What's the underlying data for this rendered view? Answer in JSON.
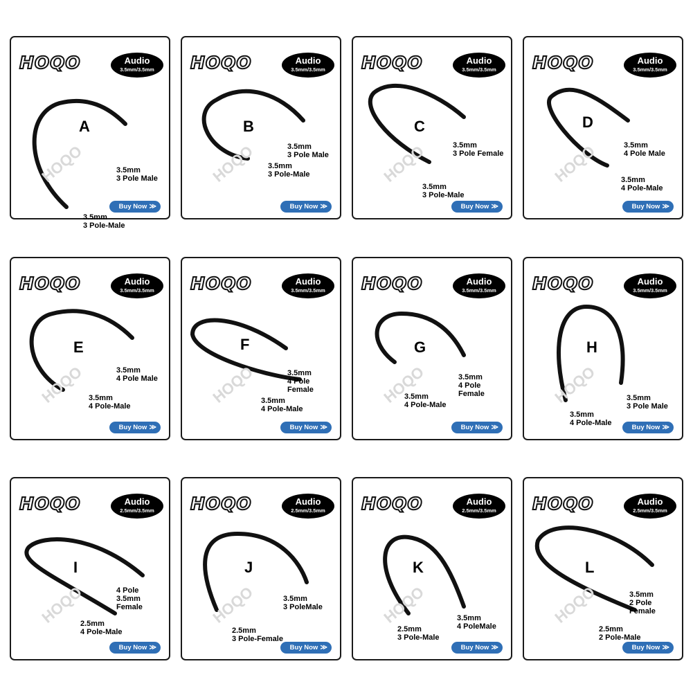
{
  "brand": "HOQO",
  "audio_label": "Audio",
  "buy_label": "Buy Now",
  "buy_chevron": "≫",
  "cards": [
    {
      "letter": "A",
      "spec": "3.5mm/3.5mm",
      "labels": [
        "3.5mm\n3 Pole Male",
        "3.5mm\n3 Pole-Male"
      ]
    },
    {
      "letter": "B",
      "spec": "3.5mm/3.5mm",
      "labels": [
        "3.5mm\n3 Pole Male",
        "3.5mm\n3 Pole-Male"
      ]
    },
    {
      "letter": "C",
      "spec": "3.5mm/3.5mm",
      "labels": [
        "3.5mm\n3 Pole Female",
        "3.5mm\n3 Pole-Male"
      ]
    },
    {
      "letter": "D",
      "spec": "3.5mm/3.5mm",
      "labels": [
        "3.5mm\n4 Pole Male",
        "3.5mm\n4 Pole-Male"
      ]
    },
    {
      "letter": "E",
      "spec": "3.5mm/3.5mm",
      "labels": [
        "3.5mm\n4 Pole Male",
        "3.5mm\n4 Pole-Male"
      ]
    },
    {
      "letter": "F",
      "spec": "3.5mm/3.5mm",
      "labels": [
        "3.5mm\n4 Pole\nFemale",
        "3.5mm\n4 Pole-Male"
      ]
    },
    {
      "letter": "G",
      "spec": "3.5mm/3.5mm",
      "labels": [
        "3.5mm\n4 Pole\nFemale",
        "3.5mm\n4 Pole-Male"
      ]
    },
    {
      "letter": "H",
      "spec": "3.5mm/3.5mm",
      "labels": [
        "3.5mm\n3 Pole Male",
        "3.5mm\n4 Pole-Male"
      ]
    },
    {
      "letter": "I",
      "spec": "2.5mm/3.5mm",
      "labels": [
        "4 Pole\n3.5mm\nFemale",
        "2.5mm\n4 Pole-Male"
      ]
    },
    {
      "letter": "J",
      "spec": "2.5mm/3.5mm",
      "labels": [
        "3.5mm\n3 PoleMale",
        "2.5mm\n3 Pole-Female"
      ]
    },
    {
      "letter": "K",
      "spec": "2.5mm/3.5mm",
      "labels": [
        "3.5mm\n4 PoleMale",
        "2.5mm\n3 Pole-Male"
      ]
    },
    {
      "letter": "L",
      "spec": "2.5mm/3.5mm",
      "labels": [
        "3.5mm\n2 Pole\nFemale",
        "2.5mm\n2 Pole-Male"
      ]
    }
  ],
  "colors": {
    "cable": "#111111",
    "plug_gold": "#c9a24a",
    "buy_button": "#2f6fb6"
  }
}
